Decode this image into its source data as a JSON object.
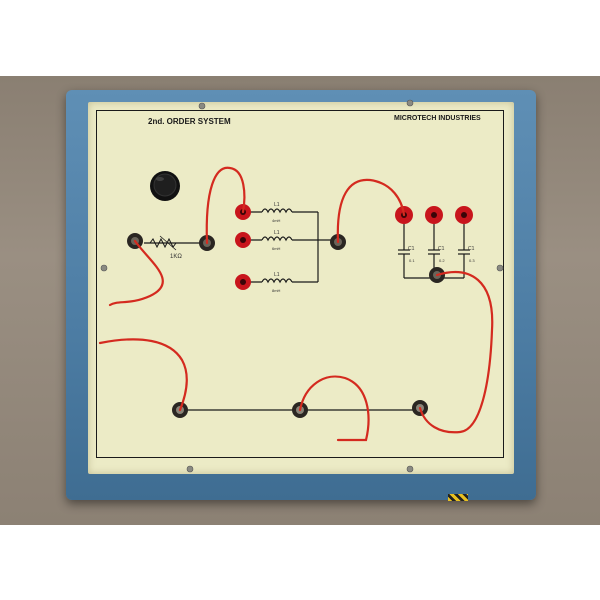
{
  "panel": {
    "title": "2nd. ORDER SYSTEM",
    "brand": "MICROTECH INDUSTRIES",
    "resistor_label": "1KΩ",
    "inductors": [
      {
        "label": "L1",
        "sub": "4mH"
      },
      {
        "label": "L1",
        "sub": "6mH"
      },
      {
        "label": "L1",
        "sub": "8mH"
      }
    ],
    "capacitors": [
      {
        "label": "C1",
        "sub": "0.1"
      },
      {
        "label": "C1",
        "sub": "0.2"
      },
      {
        "label": "C1",
        "sub": "0.3"
      }
    ]
  },
  "colors": {
    "panel": "#ecebc6",
    "frame": "#4c7ca3",
    "wire": "#d42a1f",
    "terminal_red": "#c8151c",
    "terminal_black": "#2a2622"
  }
}
